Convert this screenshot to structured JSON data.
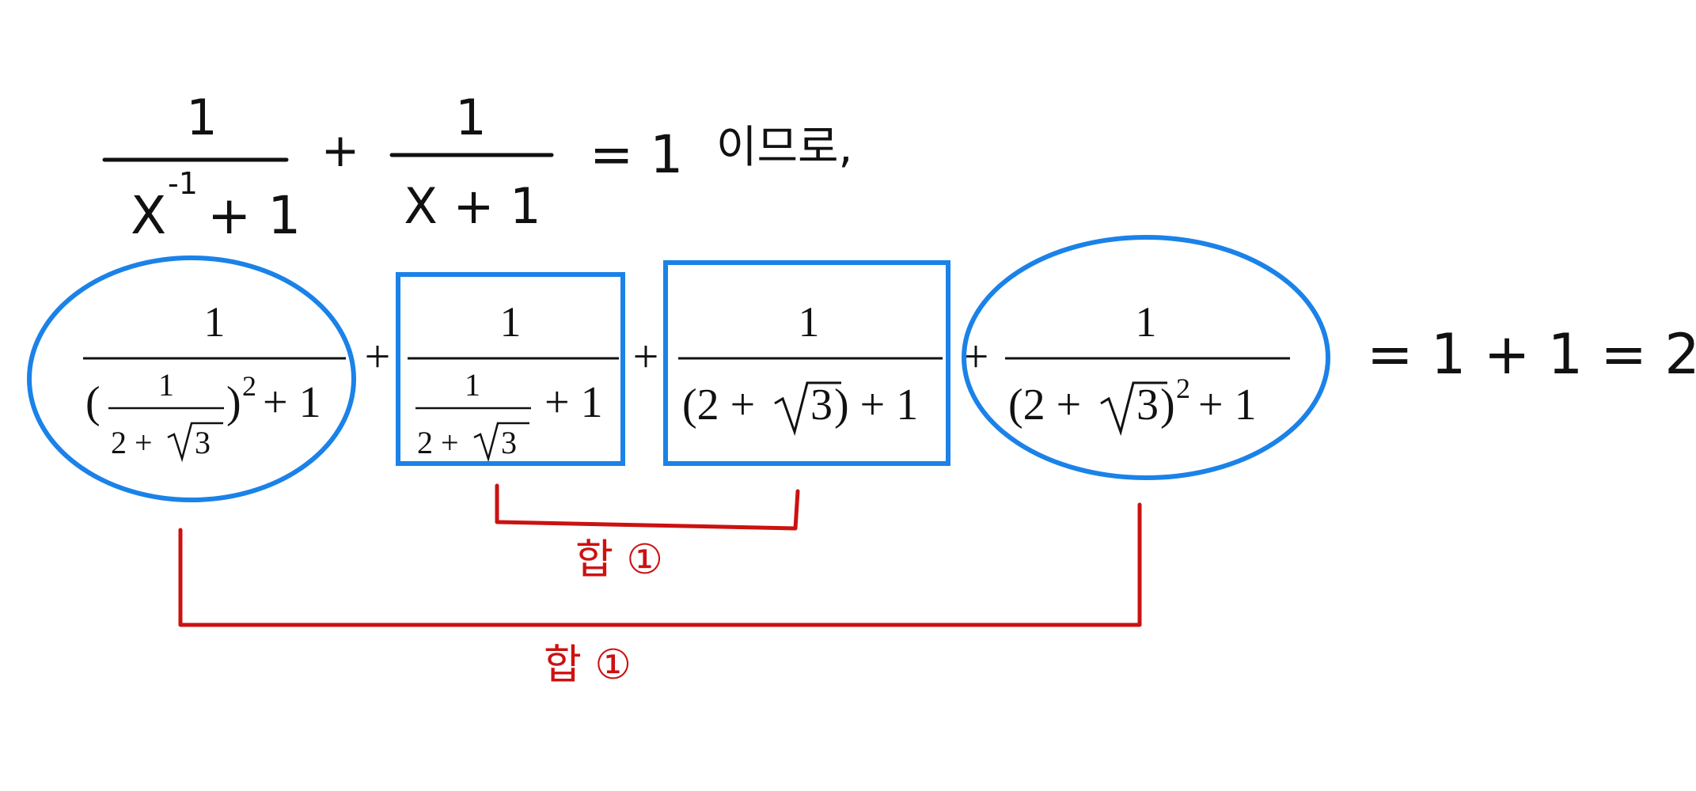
{
  "line1": {
    "frac1": {
      "num": "1",
      "den_base": "X",
      "den_exp": "-1",
      "den_tail": "+ 1"
    },
    "plus": "+",
    "frac2": {
      "num": "1",
      "den": "X + 1"
    },
    "equals_one": "= 1",
    "suffix": "이므로,"
  },
  "line2": {
    "t1": {
      "num": "1",
      "inner_num": "1",
      "inner_den_a": "2 +",
      "inner_den_root": "3",
      "exp": "2",
      "tail": "+ 1"
    },
    "plus1": "+",
    "t2": {
      "num": "1",
      "inner_num": "1",
      "inner_den_a": "2 +",
      "inner_den_root": "3",
      "tail": "+ 1"
    },
    "plus2": "+",
    "t3": {
      "num": "1",
      "den_a": "(2 +",
      "den_root": "3",
      "den_b": ") + 1"
    },
    "plus3": "+",
    "t4": {
      "num": "1",
      "den_a": "(2 +",
      "den_root": "3",
      "den_b": ")",
      "exp": "2",
      "den_c": "+ 1"
    },
    "result": "= 1 + 1 = 2"
  },
  "annotations": {
    "inner_sum_label": "합 ①",
    "outer_sum_label": "합 ①"
  },
  "colors": {
    "highlight": "#1a82e8",
    "bracket": "#cc1111",
    "ink": "#111111"
  }
}
